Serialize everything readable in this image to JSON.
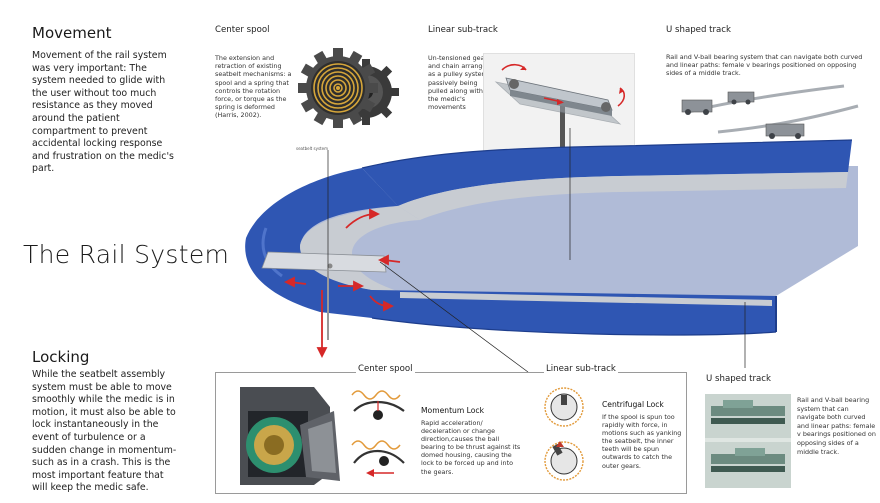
{
  "title": "The Rail System",
  "movement": {
    "heading": "Movement",
    "text": "Movement of the rail system was very important: The system needed to glide with the user without too much resistance as they moved around the patient compartment to prevent accidental locking response and frustration on the medic's part."
  },
  "locking": {
    "heading": "Locking",
    "text": "While the seatbelt assembly system must be able to move smoothly while the medic is in motion, it must also be able to lock instantaneously in the event of turbulence or a sudden change in momentum- such as in a crash. This is the most important feature that will keep the medic safe."
  },
  "center_spool_top": {
    "heading": "Center spool",
    "text": "The extension and retraction of existing seatbelt mechanisms: a spool and a spring that controls the rotation force, or torque as the spring is deformed (Harris, 2002).",
    "caption": "seatbelt system"
  },
  "linear_sub_track_top": {
    "heading": "Linear sub-track",
    "text": "Un-tensioned gears and chain arranged as a pulley system, passively being pulled along with the medic's movements"
  },
  "u_track_top": {
    "heading": "U shaped track",
    "text": "Rail and V-ball bearing system that can navigate both curved and linear paths: female v bearings positioned on opposing sides of a middle track."
  },
  "bottom_panel": {
    "center_spool_heading": "Center spool",
    "linear_sub_track_heading": "Linear sub-track",
    "momentum_lock": {
      "title": "Momentum Lock",
      "text": "Rapid acceleration/ deceleration or change direction,causes the ball bearing to be thrust against its domed housing, causing the lock to be forced up and into the gears."
    },
    "centrifugal_lock": {
      "title": "Centrifugal Lock",
      "text": "If the spool is spun too rapidly with force, in motions such as yanking the seatbelt, the inner teeth will be spun outwards to catch the outer gears."
    }
  },
  "u_track_bottom": {
    "heading": "U shaped track",
    "text": "Rail and V-ball bearing system that can navigate both curved and linear paths: female v bearings positioned on opposing sides of a middle track."
  },
  "colors": {
    "rail_blue": "#2f56b3",
    "rail_blue_dark": "#1d3d8c",
    "rail_silver": "#c8ccd2",
    "arrow_red": "#d62828"
  }
}
